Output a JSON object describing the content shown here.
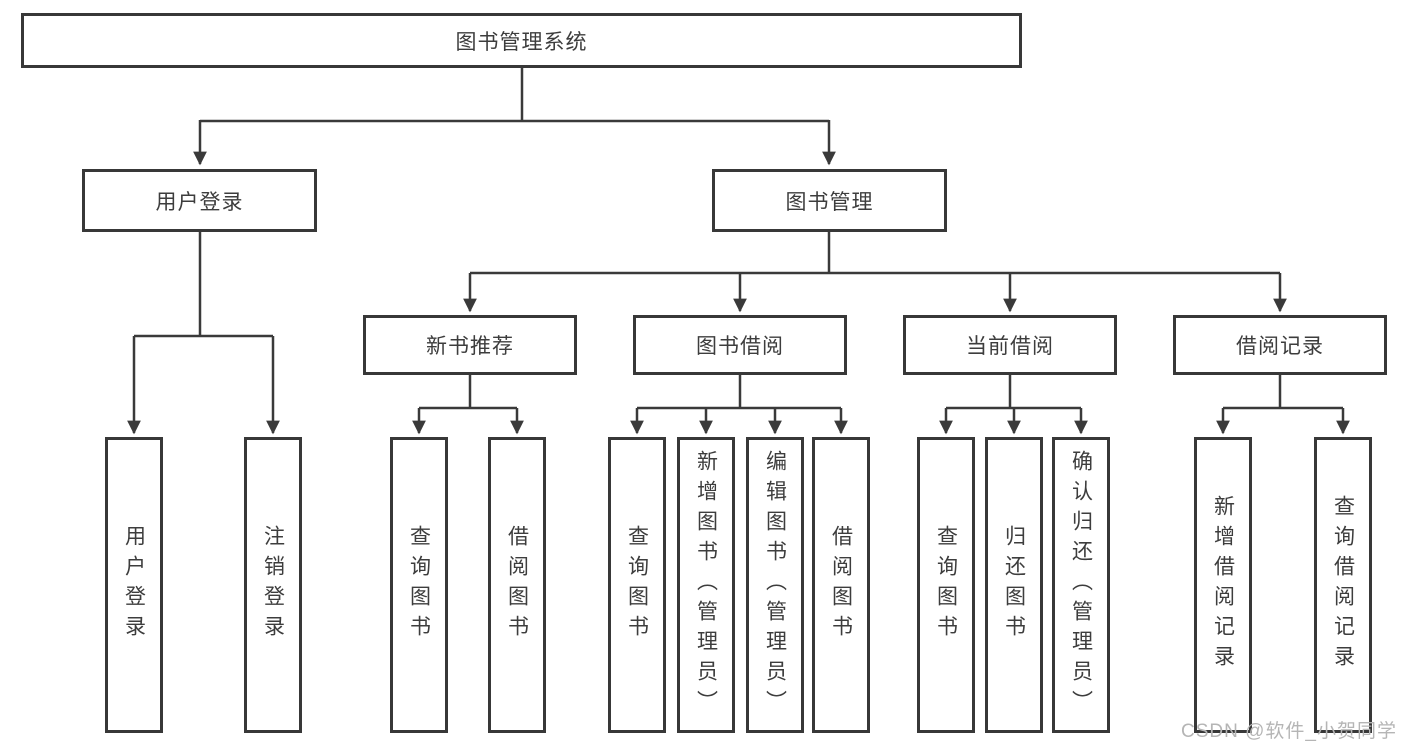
{
  "root": {
    "label": "图书管理系统"
  },
  "branches": {
    "user_login": {
      "label": "用户登录"
    },
    "book_mgmt": {
      "label": "图书管理"
    }
  },
  "user_login_leaves": [
    "用户登录",
    "注销登录"
  ],
  "sections": [
    {
      "label": "新书推荐",
      "leaves": [
        "查询图书",
        "借阅图书"
      ]
    },
    {
      "label": "图书借阅",
      "leaves": [
        "查询图书",
        "新增图书（管理员）",
        "编辑图书（管理员）",
        "借阅图书"
      ]
    },
    {
      "label": "当前借阅",
      "leaves": [
        "查询图书",
        "归还图书",
        "确认归还（管理员）"
      ]
    },
    {
      "label": "借阅记录",
      "leaves": [
        "新增借阅记录",
        "查询借阅记录"
      ]
    }
  ],
  "watermark": "CSDN @软件_小贺同学",
  "colors": {
    "line": "#3a3a3a",
    "text": "#3d3d3d",
    "watermark": "#b5b5b5"
  }
}
